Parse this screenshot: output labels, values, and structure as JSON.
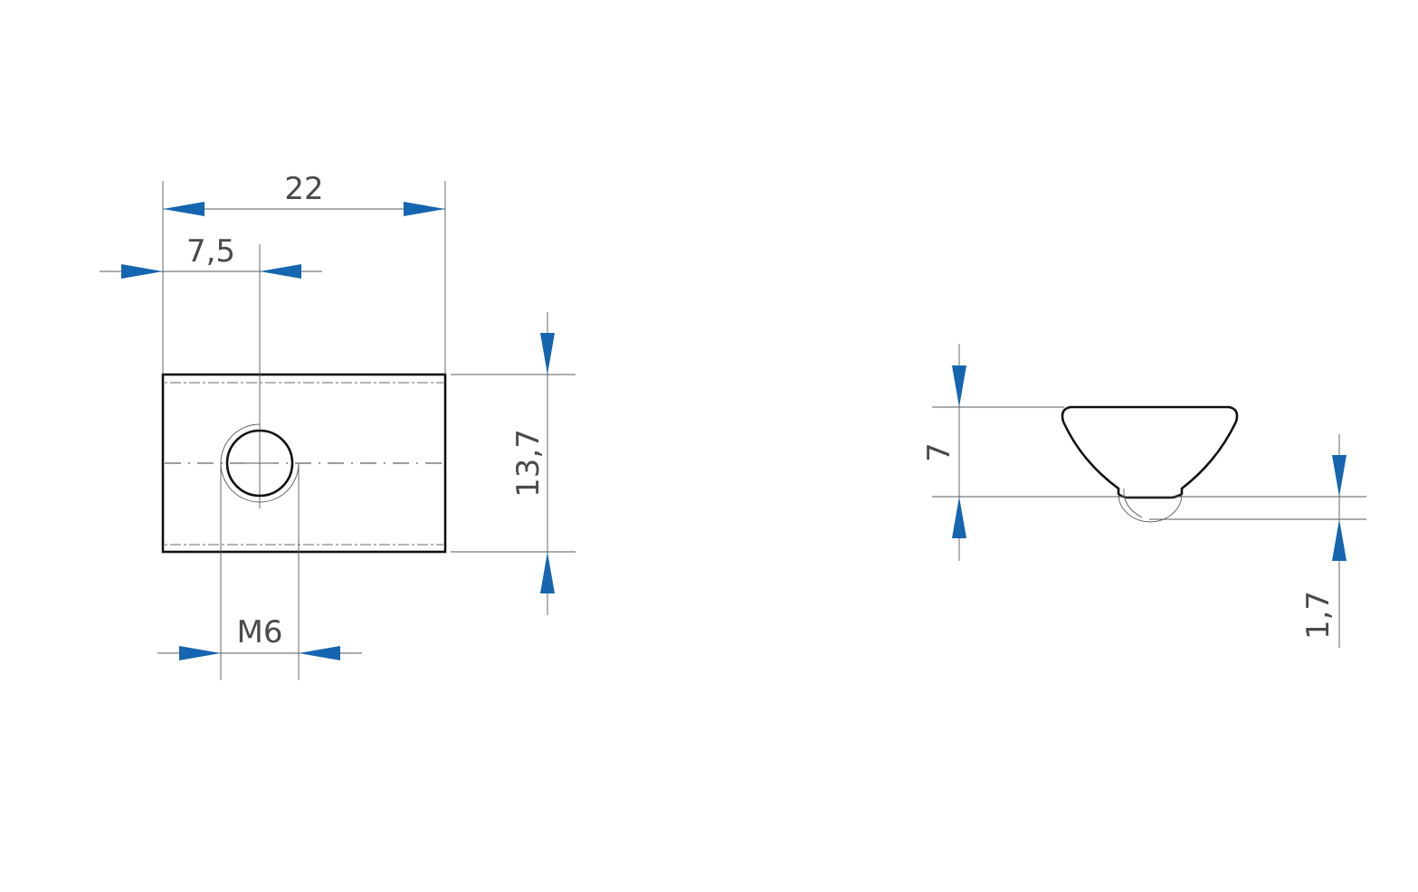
{
  "dimensions": {
    "overall_length": "22",
    "hole_offset": "7,5",
    "width": "13,7",
    "thread": "M6",
    "height": "7",
    "ball_protrusion": "1,7"
  },
  "colors": {
    "arrow": "#1565b0",
    "outline": "#111111",
    "dimension_line": "#5a5a5a",
    "text": "#4a4a4a"
  }
}
